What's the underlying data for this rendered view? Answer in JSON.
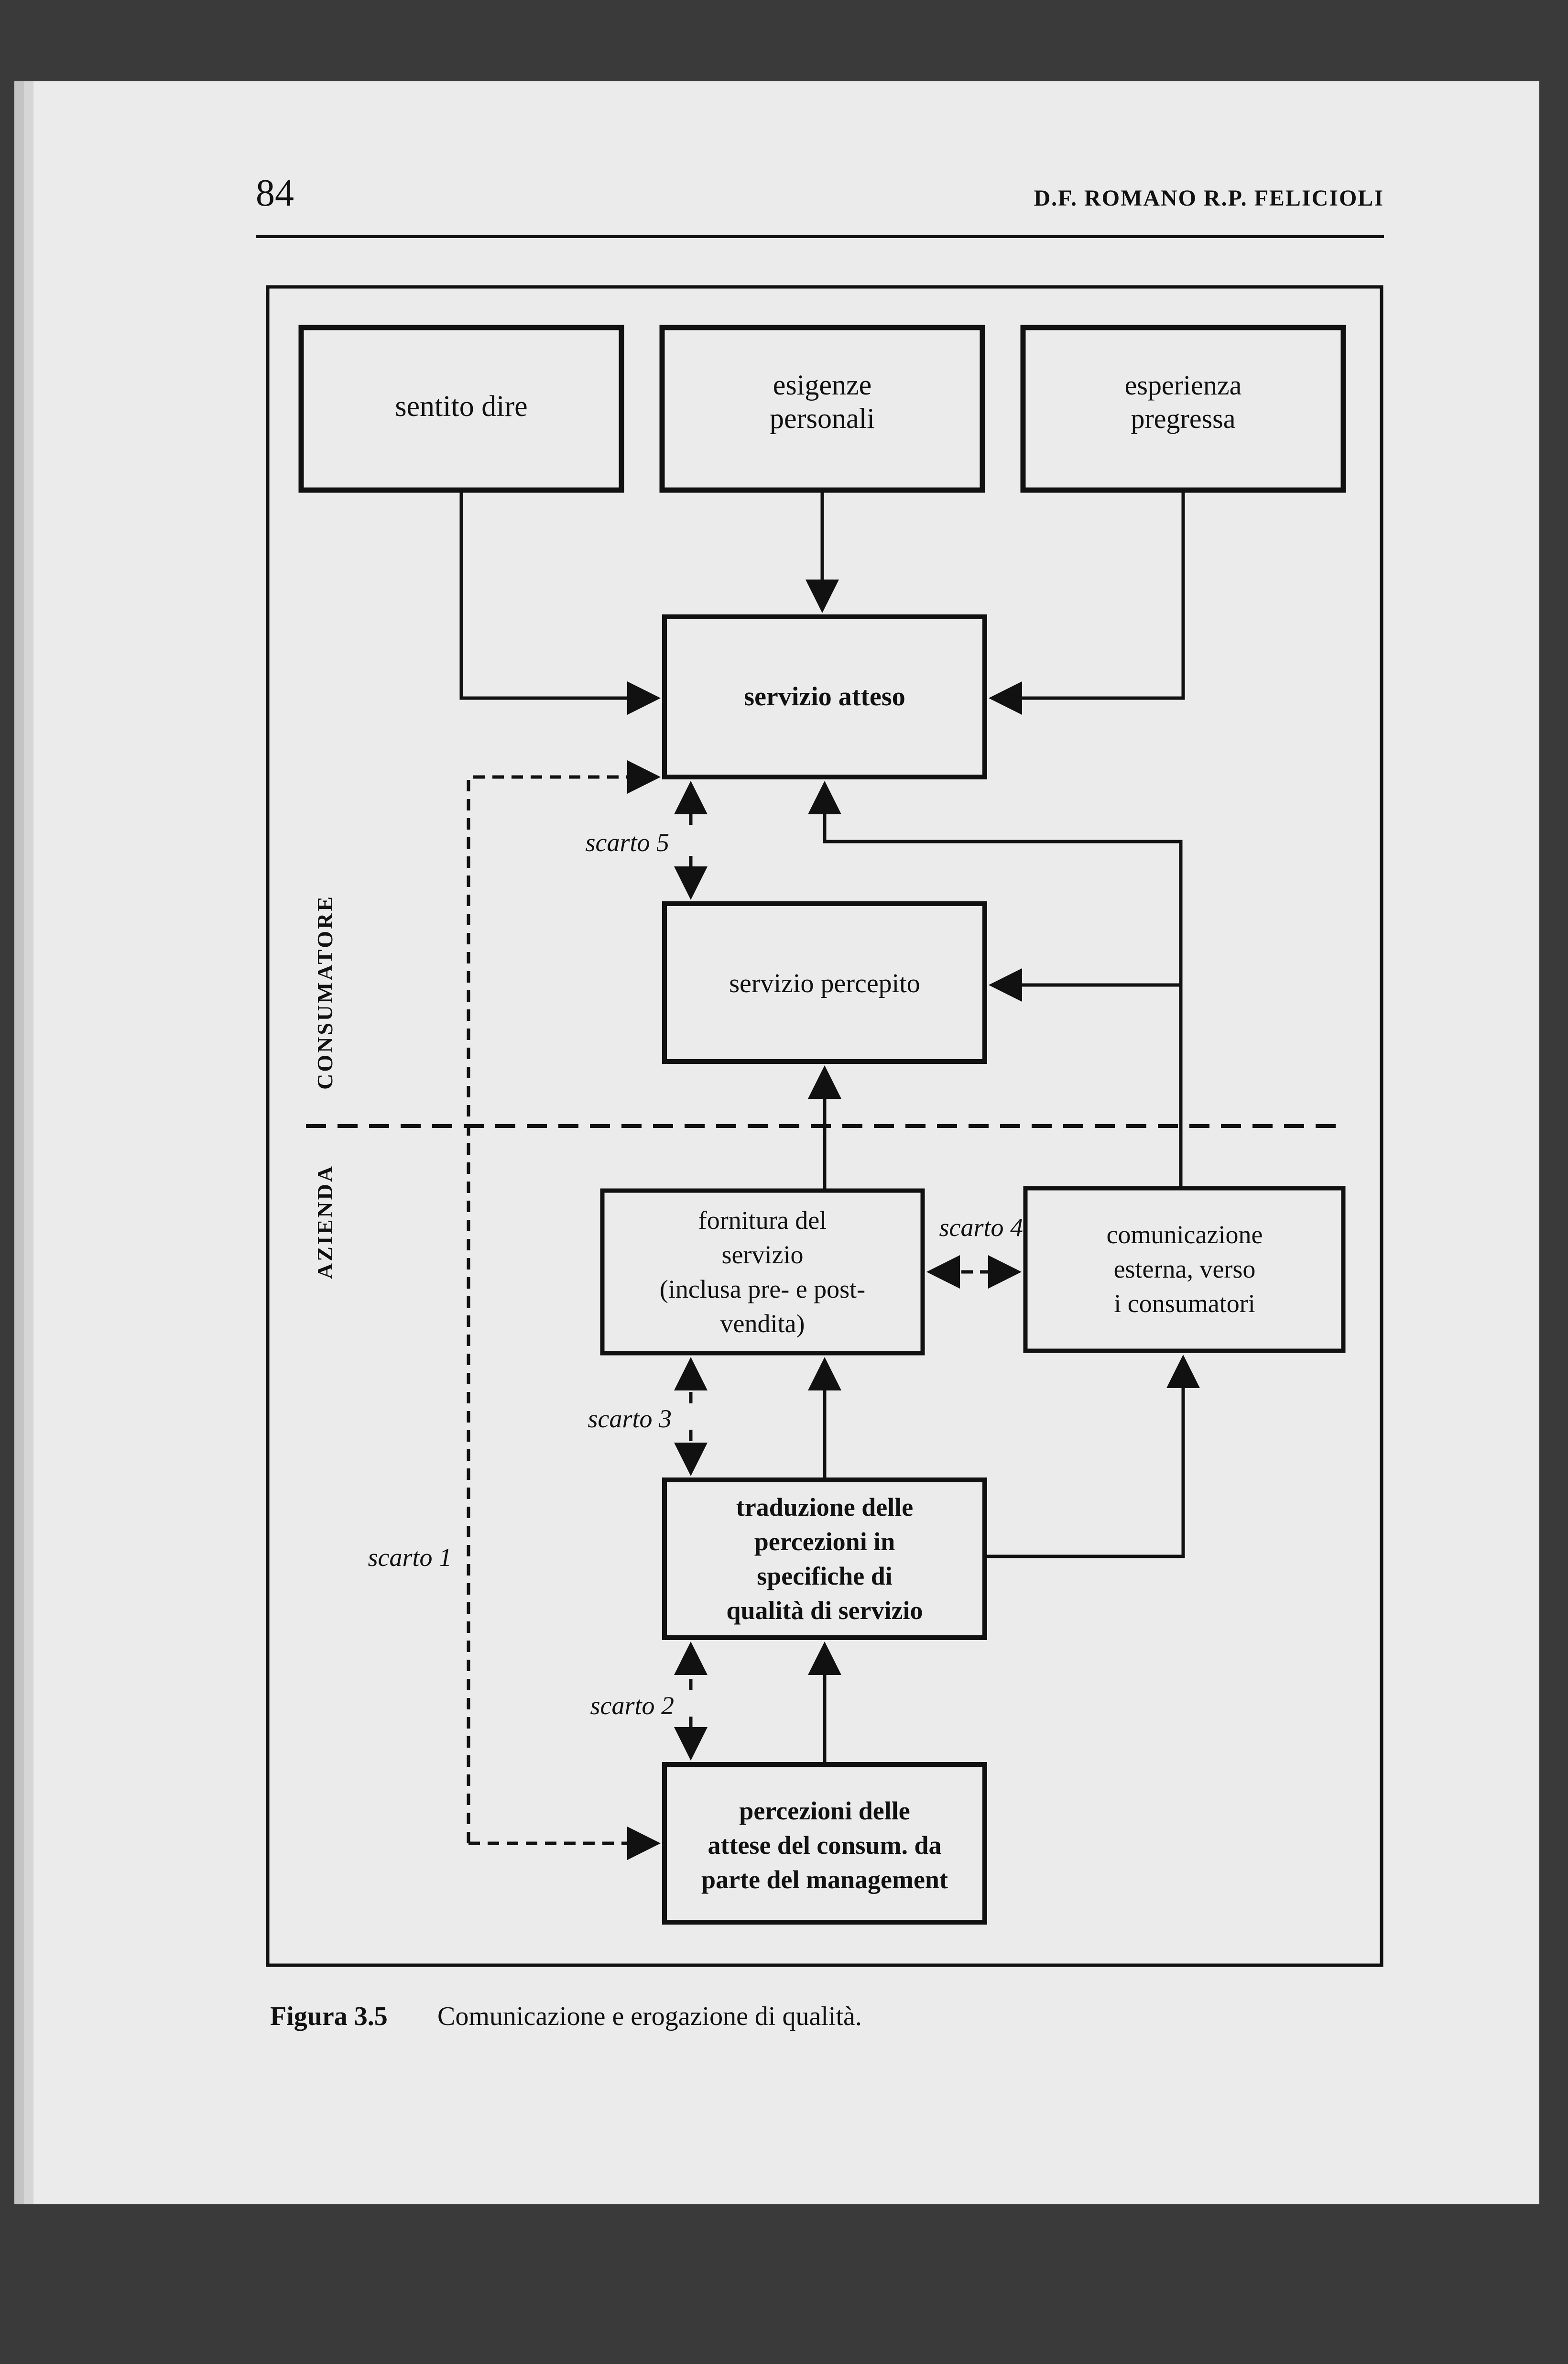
{
  "header": {
    "page_number": "84",
    "authors": "D.F. ROMANO   R.P. FELICIOLI"
  },
  "figure": {
    "caption_label": "Figura 3.5",
    "caption_text": "Comunicazione e erogazione di qualità."
  },
  "zones": {
    "consumer": "CONSUMATORE",
    "company": "AZIENDA"
  },
  "boxes": {
    "sentito_dire": "sentito dire",
    "esigenze_1": "esigenze",
    "esigenze_2": "personali",
    "esperienza_1": "esperienza",
    "esperienza_2": "pregressa",
    "atteso": "servizio atteso",
    "percepito": "servizio percepito",
    "fornitura_1": "fornitura del",
    "fornitura_2": "servizio",
    "fornitura_3": "(inclusa pre- e post-",
    "fornitura_4": "vendita)",
    "comunicazione_1": "comunicazione",
    "comunicazione_2": "esterna, verso",
    "comunicazione_3": "i consumatori",
    "traduzione_1": "traduzione delle",
    "traduzione_2": "percezioni in",
    "traduzione_3": "specifiche di",
    "traduzione_4": "qualità di servizio",
    "percezioni_1": "percezioni delle",
    "percezioni_2": "attese del consum. da",
    "percezioni_3": "parte del management"
  },
  "gaps": {
    "gap1": "scarto 1",
    "gap2": "scarto 2",
    "gap3": "scarto 3",
    "gap4": "scarto 4",
    "gap5": "scarto 5"
  }
}
